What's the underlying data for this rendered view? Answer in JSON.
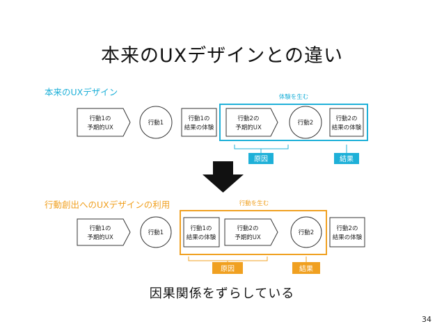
{
  "slide": {
    "title": "本来のUXデザインとの違い",
    "conclusion": "因果関係をずらしている",
    "page_number": "34"
  },
  "section_top": {
    "label": "本来のUXデザイン",
    "group_label": "体験を生む",
    "nodes": {
      "expect1": [
        "行動1の",
        "予期的UX"
      ],
      "action1": [
        "行動1"
      ],
      "result1": [
        "行動1の",
        "結果の体験"
      ],
      "expect2": [
        "行動2の",
        "予期的UX"
      ],
      "action2": [
        "行動2"
      ],
      "result2": [
        "行動2の",
        "結果の体験"
      ]
    },
    "cause_tag": "原因",
    "result_tag": "結果"
  },
  "section_bottom": {
    "label": "行動創出へのUXデザインの利用",
    "group_label": "行動を生む",
    "nodes": {
      "expect1": [
        "行動1の",
        "予期的UX"
      ],
      "action1": [
        "行動1"
      ],
      "result1": [
        "行動1の",
        "結果の体験"
      ],
      "expect2": [
        "行動2の",
        "予期的UX"
      ],
      "action2": [
        "行動2"
      ],
      "result2": [
        "行動2の",
        "結果の体験"
      ]
    },
    "cause_tag": "原因",
    "result_tag": "結果"
  },
  "colors": {
    "blue": "#1eb0d8",
    "orange": "#f0a020",
    "arrow": "#111111"
  },
  "icons": {
    "transition": "down-arrow-icon"
  }
}
